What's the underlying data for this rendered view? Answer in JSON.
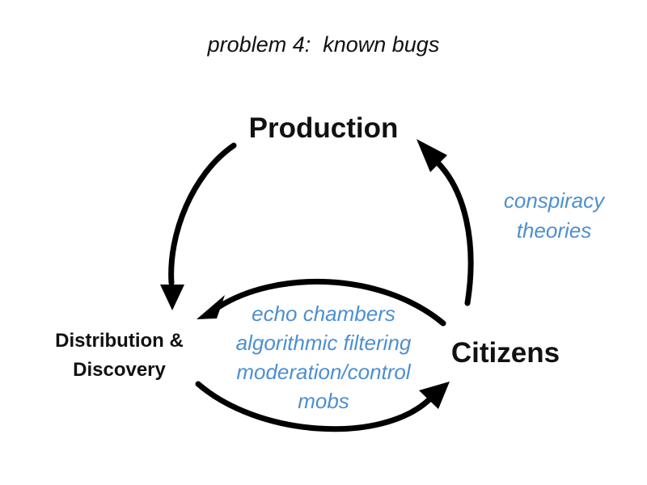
{
  "title": "problem 4:  known bugs",
  "nodes": {
    "production": "Production",
    "distribution": [
      "Distribution &",
      "Discovery"
    ],
    "citizens": "Citizens"
  },
  "bugs": {
    "center": [
      "echo chambers",
      "algorithmic filtering",
      "moderation/control",
      "mobs"
    ],
    "side": [
      "conspiracy",
      "theories"
    ]
  },
  "colors": {
    "text": "#111111",
    "accent": "#4d8fd0",
    "arrow": "#000000"
  }
}
